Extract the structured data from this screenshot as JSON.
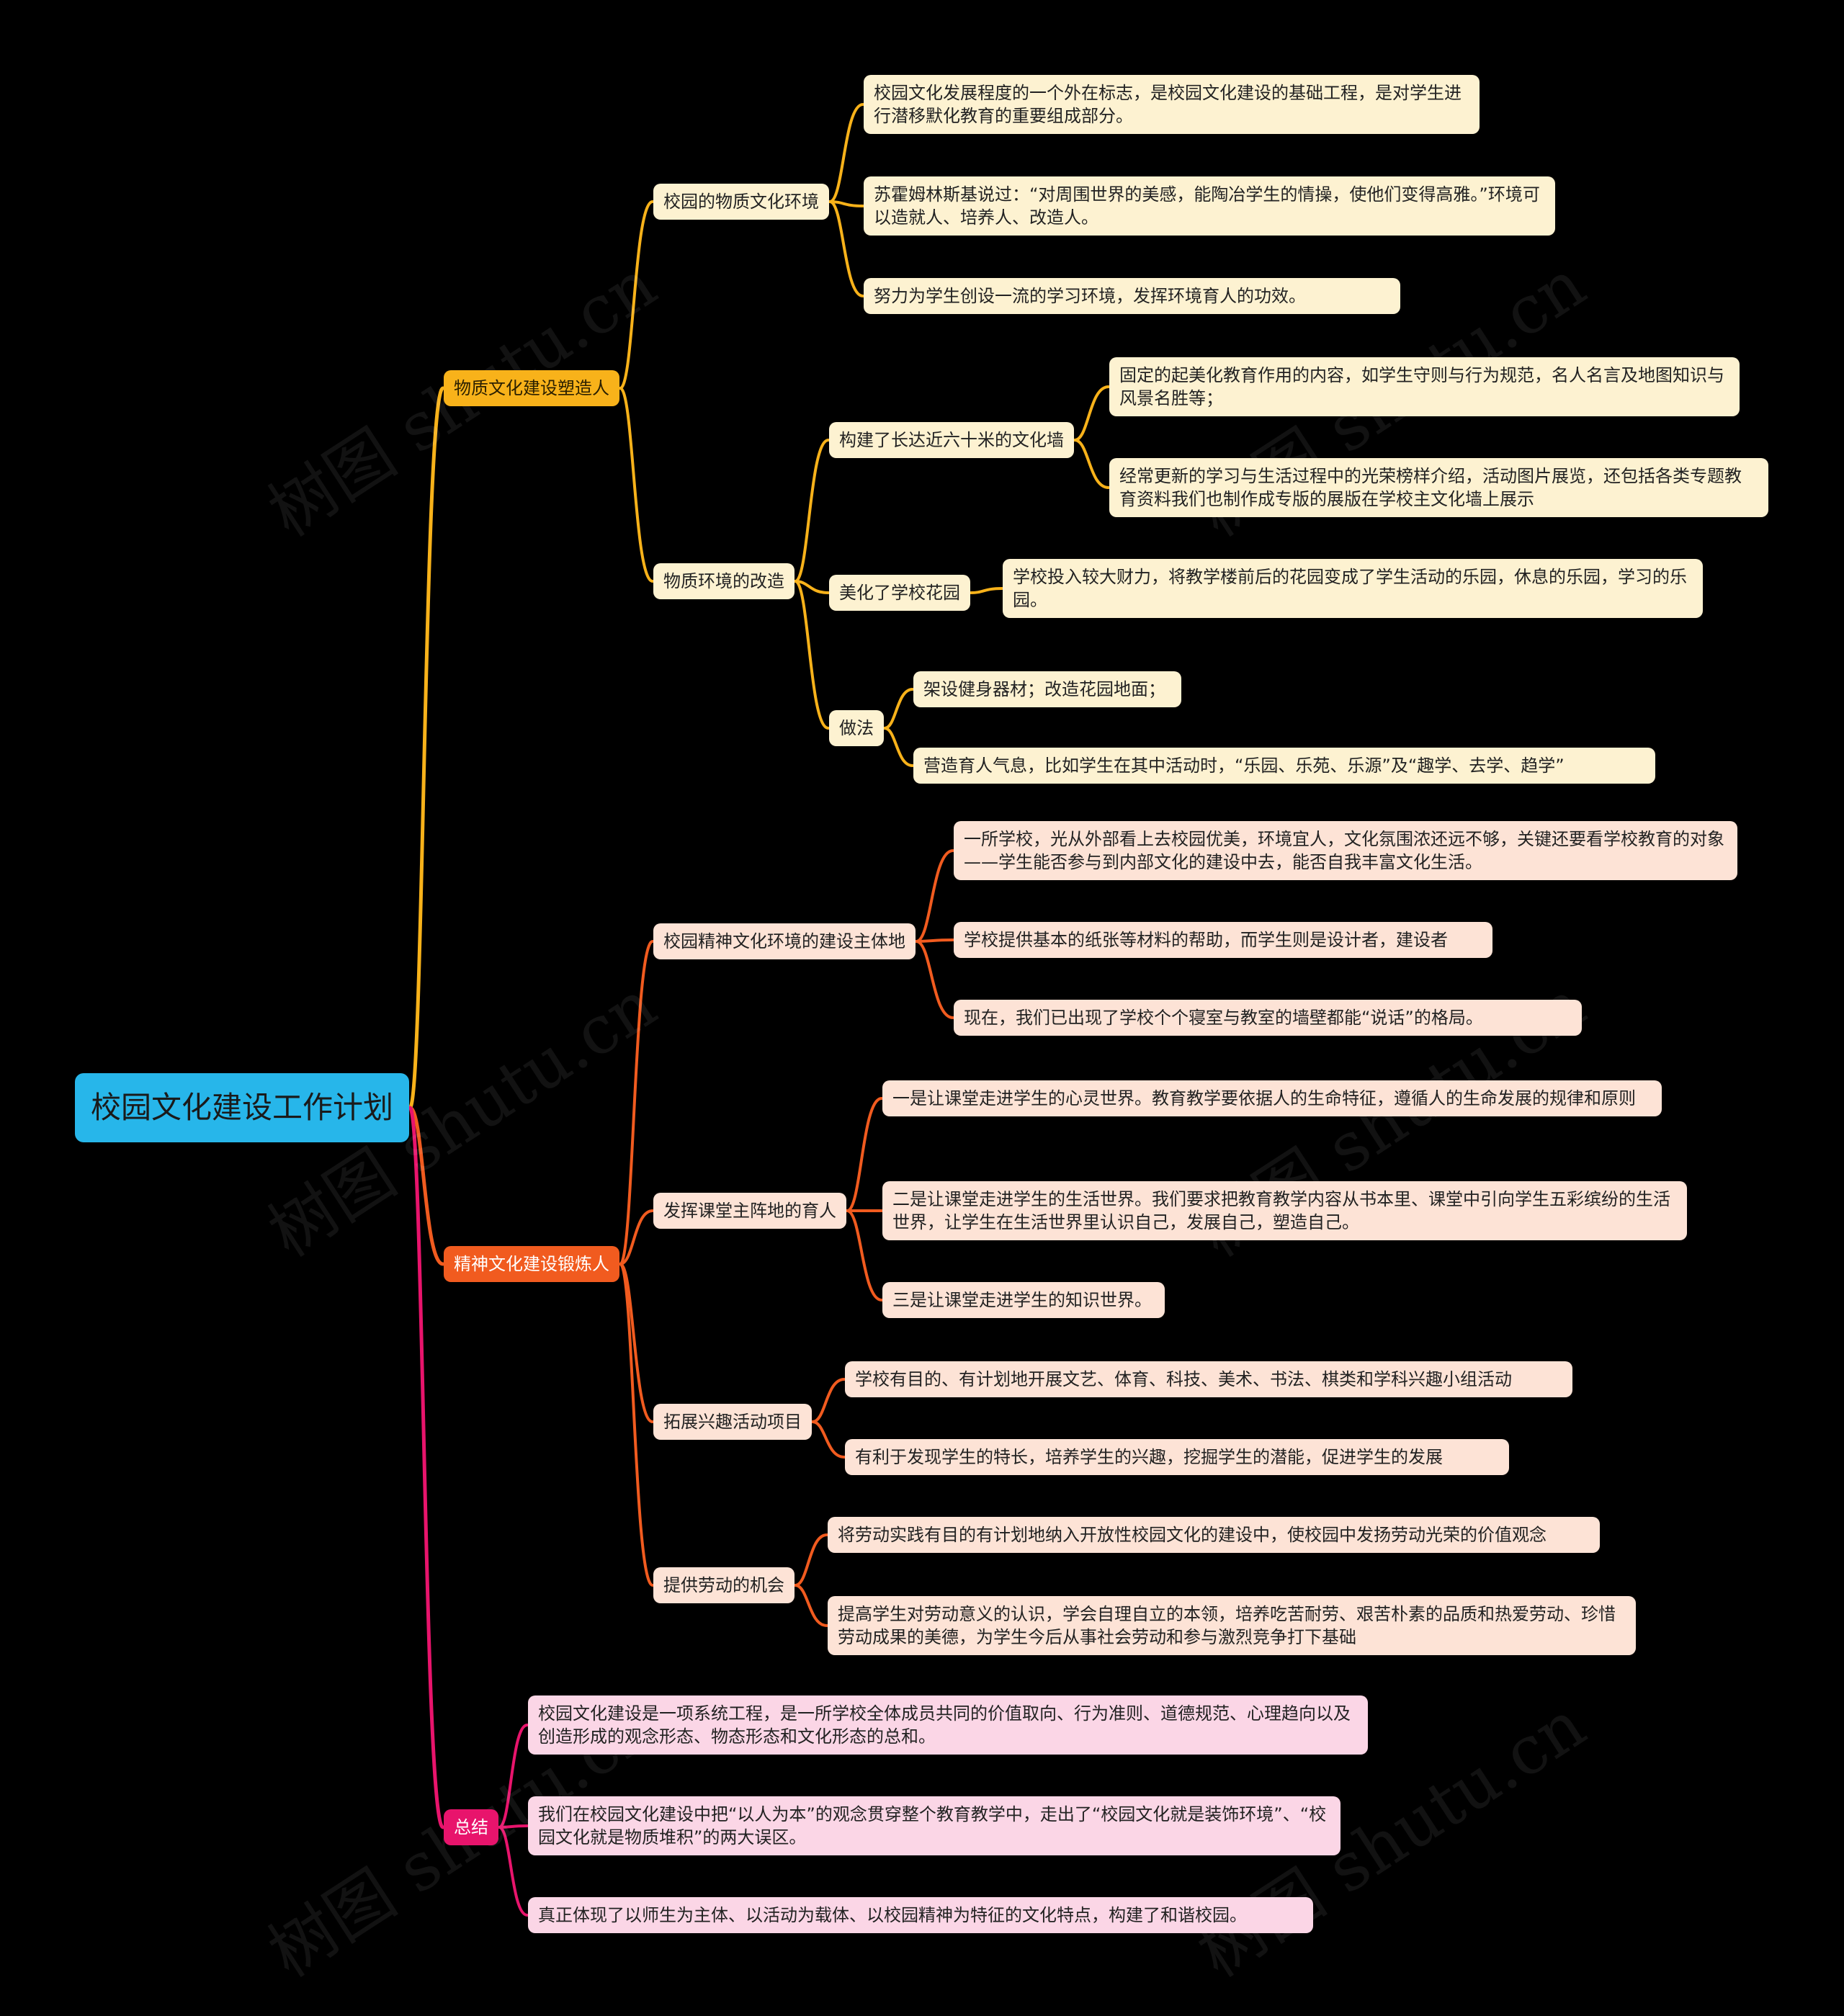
{
  "root": "校园文化建设工作计划",
  "watermark": "树图 shutu.cn",
  "colors": {
    "root": "#27b6ea",
    "branch_yellow": "#f8b21a",
    "branch_orange": "#f15b1f",
    "branch_pink": "#e8146c"
  },
  "b1": {
    "label": "物质文化建设塑造人",
    "c1": {
      "label": "校园的物质文化环境",
      "items": [
        "校园文化发展程度的一个外在标志，是校园文化建设的基础工程，是对学生进行潜移默化教育的重要组成部分。",
        "苏霍姆林斯基说过：“对周围世界的美感，能陶冶学生的情操，使他们变得高雅。”环境可以造就人、培养人、改造人。",
        "努力为学生创设一流的学习环境，发挥环境育人的功效。"
      ]
    },
    "c2": {
      "label": "物质环境的改造",
      "wall": {
        "label": "构建了长达近六十米的文化墙",
        "items": [
          "固定的起美化教育作用的内容，如学生守则与行为规范，名人名言及地图知识与风景名胜等；",
          "经常更新的学习与生活过程中的光荣榜样介绍，活动图片展览，还包括各类专题教育资料我们也制作成专版的展版在学校主文化墙上展示"
        ]
      },
      "garden": {
        "label": "美化了学校花园",
        "items": [
          "学校投入较大财力，将教学楼前后的花园变成了学生活动的乐园，休息的乐园，学习的乐园。"
        ]
      },
      "method": {
        "label": "做法",
        "items": [
          "架设健身器材；改造花园地面；",
          "营造育人气息，比如学生在其中活动时，“乐园、乐苑、乐源”及“趣学、去学、趋学”"
        ]
      }
    }
  },
  "b2": {
    "label": "精神文化建设锻炼人",
    "c1": {
      "label": "校园精神文化环境的建设主体地",
      "items": [
        "一所学校，光从外部看上去校园优美，环境宜人，文化氛围浓还远不够，关键还要看学校教育的对象——学生能否参与到内部文化的建设中去，能否自我丰富文化生活。",
        "学校提供基本的纸张等材料的帮助，而学生则是设计者，建设者",
        "现在，我们已出现了学校个个寝室与教室的墙壁都能“说话”的格局。"
      ]
    },
    "c2": {
      "label": "发挥课堂主阵地的育人",
      "items": [
        "一是让课堂走进学生的心灵世界。教育教学要依据人的生命特征，遵循人的生命发展的规律和原则",
        "二是让课堂走进学生的生活世界。我们要求把教育教学内容从书本里、课堂中引向学生五彩缤纷的生活世界，让学生在生活世界里认识自己，发展自己，塑造自己。",
        "三是让课堂走进学生的知识世界。"
      ]
    },
    "c3": {
      "label": "拓展兴趣活动项目",
      "items": [
        "学校有目的、有计划地开展文艺、体育、科技、美术、书法、棋类和学科兴趣小组活动",
        "有利于发现学生的特长，培养学生的兴趣，挖掘学生的潜能，促进学生的发展"
      ]
    },
    "c4": {
      "label": "提供劳动的机会",
      "items": [
        "将劳动实践有目的有计划地纳入开放性校园文化的建设中，使校园中发扬劳动光荣的价值观念",
        "提高学生对劳动意义的认识，学会自理自立的本领，培养吃苦耐劳、艰苦朴素的品质和热爱劳动、珍惜劳动成果的美德，为学生今后从事社会劳动和参与激烈竞争打下基础"
      ]
    }
  },
  "b3": {
    "label": "总结",
    "items": [
      "校园文化建设是一项系统工程，是一所学校全体成员共同的价值取向、行为准则、道德规范、心理趋向以及创造形成的观念形态、物态形态和文化形态的总和。",
      "我们在校园文化建设中把“以人为本”的观念贯穿整个教育教学中，走出了“校园文化就是装饰环境”、“校园文化就是物质堆积”的两大误区。",
      "真正体现了以师生为主体、以活动为载体、以校园精神为特征的文化特点，构建了和谐校园。"
    ]
  }
}
